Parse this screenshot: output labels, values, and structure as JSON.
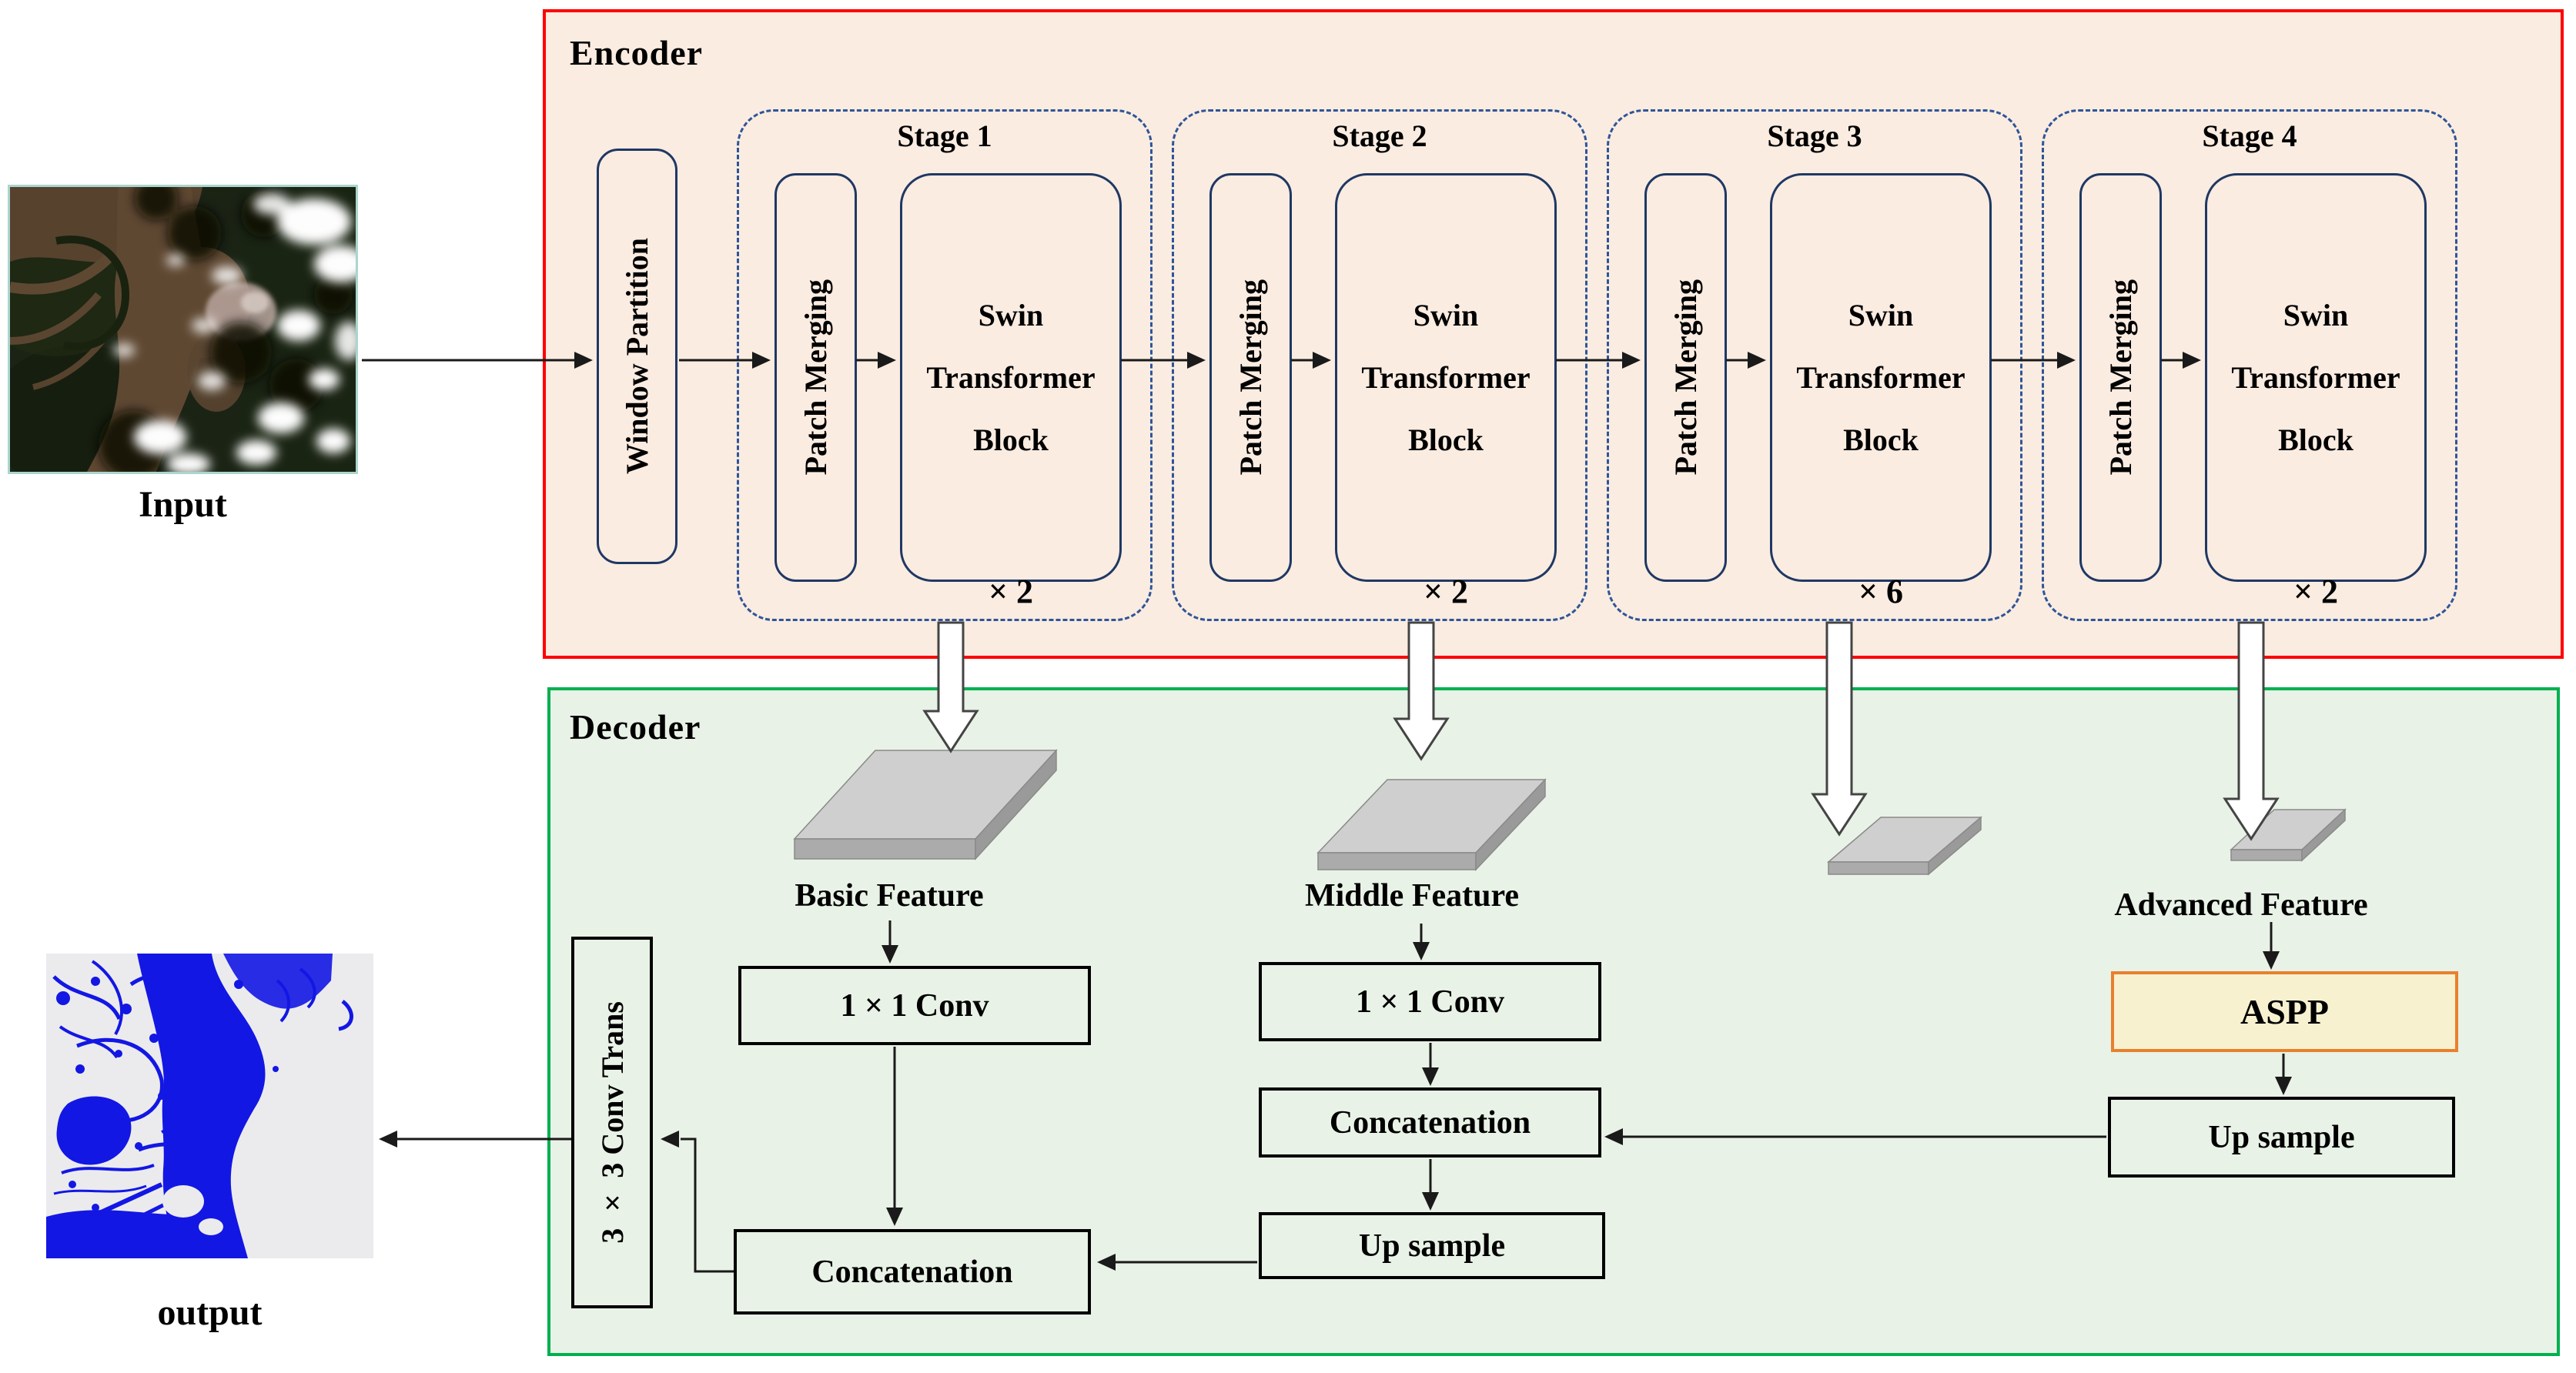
{
  "encoder": {
    "title": "Encoder",
    "window_partition_label": "Window Partition",
    "stages": [
      {
        "label": "Stage 1",
        "patch_merging": "Patch Merging",
        "block_line1": "Swin",
        "block_line2": "Transformer",
        "block_line3": "Block",
        "multiplier": "× 2"
      },
      {
        "label": "Stage 2",
        "patch_merging": "Patch Merging",
        "block_line1": "Swin",
        "block_line2": "Transformer",
        "block_line3": "Block",
        "multiplier": "× 2"
      },
      {
        "label": "Stage 3",
        "patch_merging": "Patch Merging",
        "block_line1": "Swin",
        "block_line2": "Transformer",
        "block_line3": "Block",
        "multiplier": "× 6"
      },
      {
        "label": "Stage 4",
        "patch_merging": "Patch Merging",
        "block_line1": "Swin",
        "block_line2": "Transformer",
        "block_line3": "Block",
        "multiplier": "× 2"
      }
    ]
  },
  "decoder": {
    "title": "Decoder",
    "basic_feature_label": "Basic Feature",
    "middle_feature_label": "Middle Feature",
    "advanced_feature_label": "Advanced Feature",
    "conv1x1_basic_label": "1 × 1  Conv",
    "conv1x1_middle_label": "1 × 1  Conv",
    "aspp_label": "ASPP",
    "concat_middle_label": "Concatenation",
    "concat_basic_label": "Concatenation",
    "upsample_middle_label": "Up sample",
    "upsample_advanced_label": "Up sample",
    "conv_trans_label": "3 × 3  Conv Trans"
  },
  "io": {
    "input_label": "Input",
    "output_label": "output"
  },
  "colors": {
    "encoder_border": "#fe0000",
    "encoder_fill": "#faece1",
    "decoder_border": "#00b050",
    "decoder_fill": "#e9f2e6",
    "box_border_navy": "#1f3864",
    "stage_dash_navy": "#2f5597",
    "aspp_border": "#e8802e",
    "aspp_fill": "#f8f1d0",
    "feature_slab_gray": "#cfcfcf",
    "output_water_blue": "#1317e3"
  }
}
